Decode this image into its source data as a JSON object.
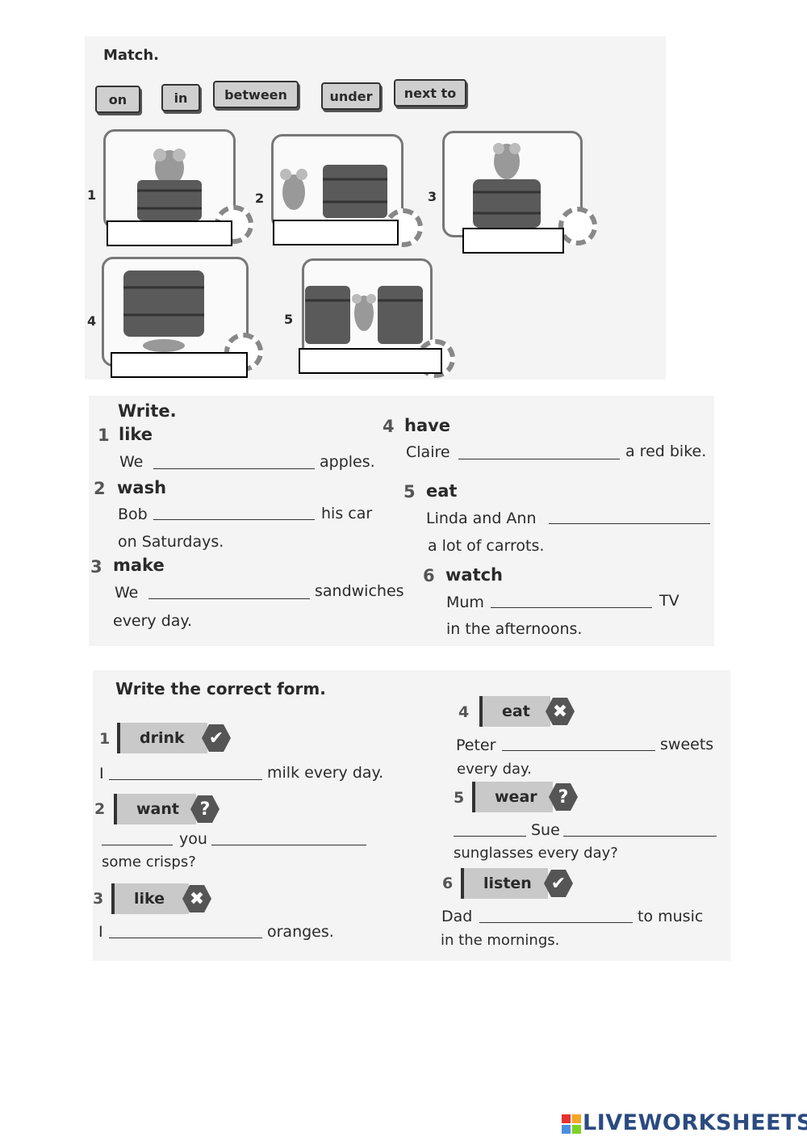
{
  "section1": {
    "title": "Match.",
    "words": [
      "on",
      "in",
      "between",
      "under",
      "next to"
    ],
    "items": [
      "1",
      "2",
      "3",
      "4",
      "5"
    ]
  },
  "section2": {
    "title": "Write.",
    "items": [
      {
        "num": "1",
        "verb": "like",
        "before": "We",
        "after": "apples.",
        "line2": ""
      },
      {
        "num": "2",
        "verb": "wash",
        "before": "Bob",
        "after": "his car",
        "line2": "on Saturdays."
      },
      {
        "num": "3",
        "verb": "make",
        "before": "We",
        "after": "sandwiches",
        "line2": "every day."
      },
      {
        "num": "4",
        "verb": "have",
        "before": "Claire",
        "after": "a red bike.",
        "line2": ""
      },
      {
        "num": "5",
        "verb": "eat",
        "before": "Linda and Ann",
        "after": "",
        "line2": "a lot of carrots."
      },
      {
        "num": "6",
        "verb": "watch",
        "before": "Mum",
        "after": "TV",
        "line2": "in the afternoons."
      }
    ]
  },
  "section3": {
    "title": "Write the correct form.",
    "items": [
      {
        "num": "1",
        "verb": "drink",
        "symbol": "✔",
        "line1a": "I",
        "line1b": "milk every day.",
        "line2": ""
      },
      {
        "num": "2",
        "verb": "want",
        "symbol": "?",
        "line1a": "you",
        "line1b": "",
        "line2": "some crisps?"
      },
      {
        "num": "3",
        "verb": "like",
        "symbol": "✖",
        "line1a": "I",
        "line1b": "oranges.",
        "line2": ""
      },
      {
        "num": "4",
        "verb": "eat",
        "symbol": "✖",
        "line1a": "Peter",
        "line1b": "sweets",
        "line2": "every day."
      },
      {
        "num": "5",
        "verb": "wear",
        "symbol": "?",
        "line1a": "Sue",
        "line1b": "",
        "line2": "sunglasses every day?"
      },
      {
        "num": "6",
        "verb": "listen",
        "symbol": "✔",
        "line1a": "Dad",
        "line1b": "to music",
        "line2": "in the mornings."
      }
    ]
  },
  "footer": {
    "logo": "LIVEWORKSHEETS"
  },
  "colors": {
    "tag": "#c9c9c9",
    "symbol": "#555555",
    "logo": "#2b4a80"
  }
}
